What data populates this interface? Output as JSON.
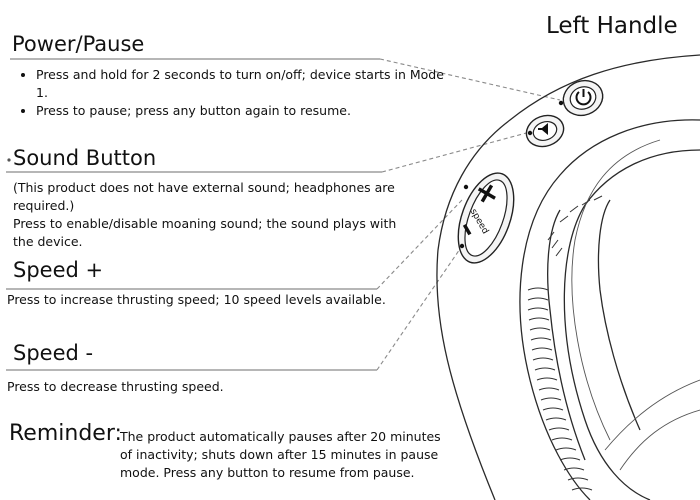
{
  "title": "Left Handle",
  "sections": {
    "power": {
      "heading": "Power/Pause",
      "bullets": [
        "Press and hold for 2 seconds to turn on/off; device starts in Mode 1.",
        "Press to pause; press any button again to resume."
      ]
    },
    "sound": {
      "heading": "Sound Button",
      "lines": [
        "(This product does not have external sound; headphones are required.)",
        "Press to enable/disable moaning sound; the sound plays with the device."
      ]
    },
    "speed_up": {
      "heading": "Speed +",
      "text": "Press to increase thrusting speed; 10 speed levels available."
    },
    "speed_down": {
      "heading": "Speed -",
      "text": "Press to decrease thrusting speed."
    },
    "reminder": {
      "label": "Reminder:",
      "text": "The product automatically pauses after 20 minutes of inactivity; shuts down after 15 minutes in pause mode. Press any button to resume from pause."
    }
  },
  "device": {
    "button_labels": {
      "plus": "+",
      "speed": "speed",
      "minus": "–"
    }
  }
}
